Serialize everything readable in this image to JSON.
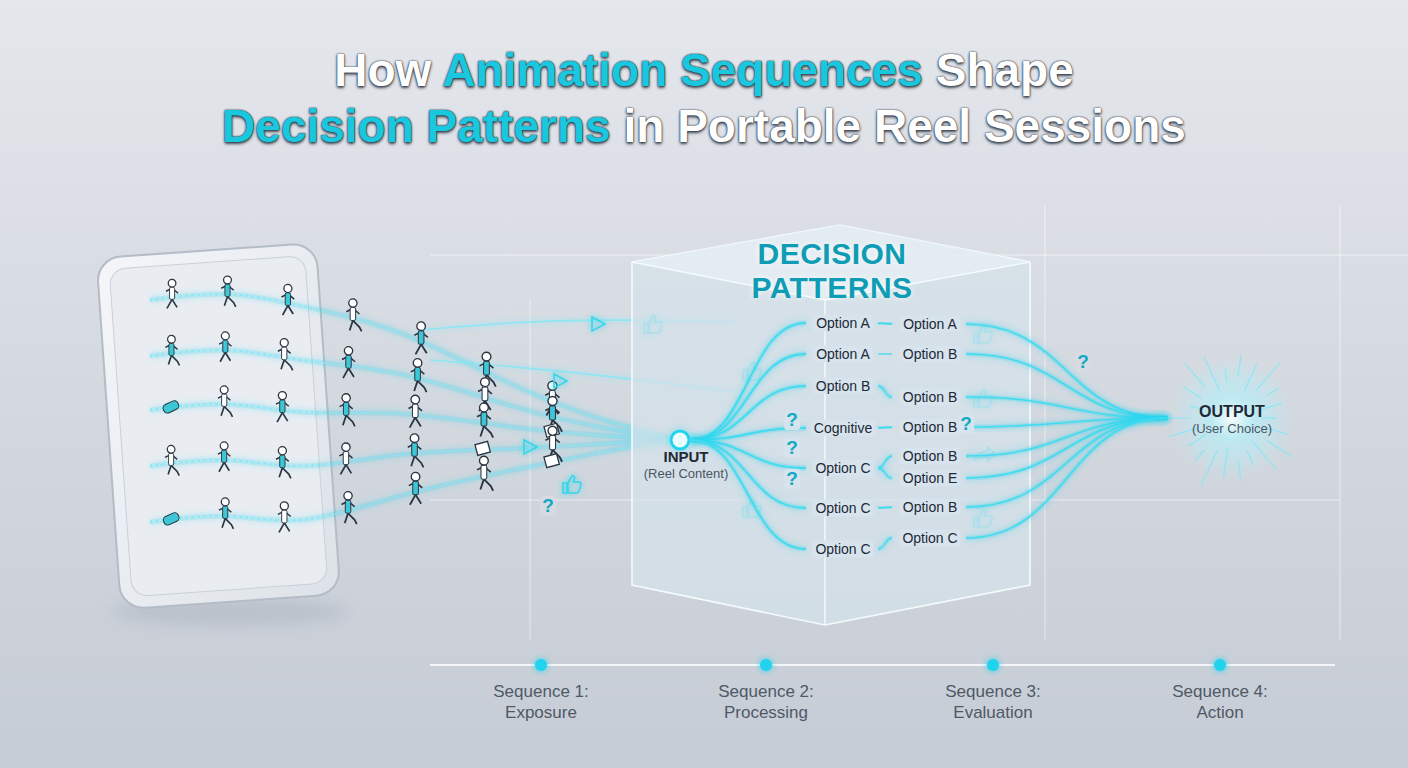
{
  "diagram": {
    "title": "How Animation Sequences Shape Decision Patterns in Portable Reel Sessions",
    "nodes": [
      {
        "text": [
          "DECISION PATTERNS"
        ]
      },
      {
        "text": [
          "INPUT",
          "(Reel Content)"
        ],
        "in": 0
      },
      {
        "text": [
          "OUTPUT",
          "(User Choice)"
        ]
      }
    ],
    "labels": [
      "Option A",
      "Option A",
      "Option B",
      "Cognitive",
      "Option C",
      "Option C",
      "Option C",
      "Option A",
      "Option B",
      "Option B",
      "Option B",
      "Option B",
      "Option E",
      "Option B",
      "Option C",
      "?",
      "?",
      "?",
      "?",
      "?",
      "?",
      "Sequence 1: Exposure",
      "Sequence 2: Processing",
      "Sequence 3: Evaluation",
      "Sequence 4: Action"
    ]
  }
}
